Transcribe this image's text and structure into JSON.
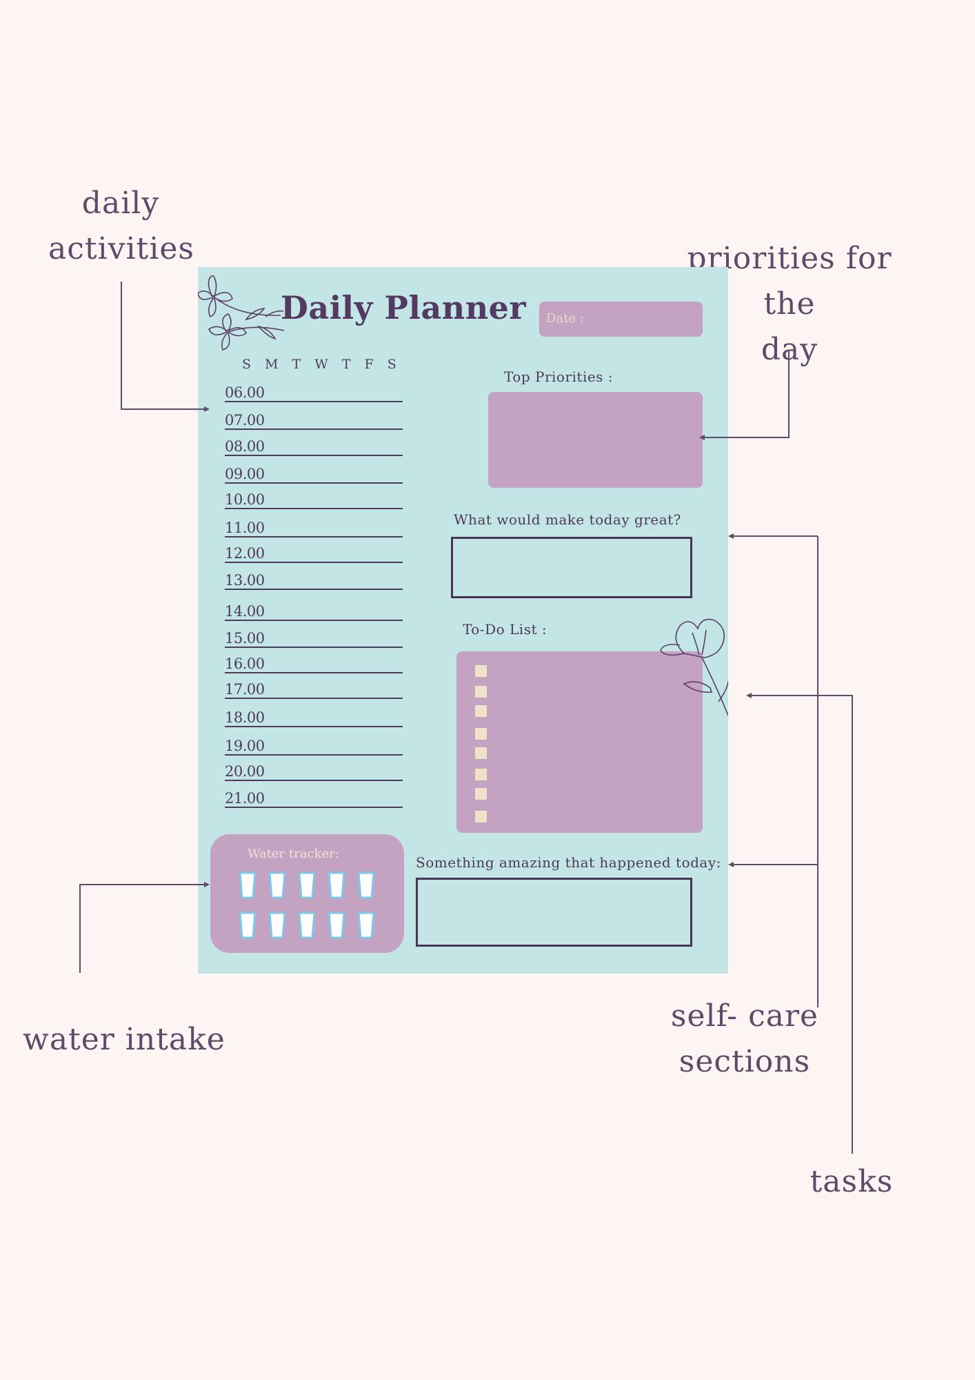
{
  "annotations": {
    "daily_activities": [
      "daily",
      "activities"
    ],
    "priorities": [
      "priorities for the",
      "day"
    ],
    "water_intake": "water intake",
    "self_care": [
      "self- care",
      "sections"
    ],
    "tasks": "tasks"
  },
  "planner": {
    "title": "Daily Planner",
    "date_label": "Date :",
    "weekdays": "S M T W T F S",
    "hours": [
      "06.00",
      "07.00",
      "08.00",
      "09.00",
      "10.00",
      "11.00",
      "12.00",
      "13.00",
      "14.00",
      "15.00",
      "16.00",
      "17.00",
      "18.00",
      "19.00",
      "20.00",
      "21.00"
    ],
    "top_priorities_label": "Top Priorities :",
    "great_label": "What would make today great?",
    "todo_label": "To-Do List :",
    "todo_checkbox_count": 8,
    "amazing_label": "Something amazing that happened today:",
    "water_label": "Water tracker:",
    "water_glass_count": 10
  },
  "colors": {
    "page_background": "#fdf4f4",
    "sheet_background": "#c4e5e6",
    "box_purple": "#c4a2c1",
    "ink": "#523a63",
    "checkbox": "#efe2c9",
    "glass_outline": "#7ec7e8"
  }
}
